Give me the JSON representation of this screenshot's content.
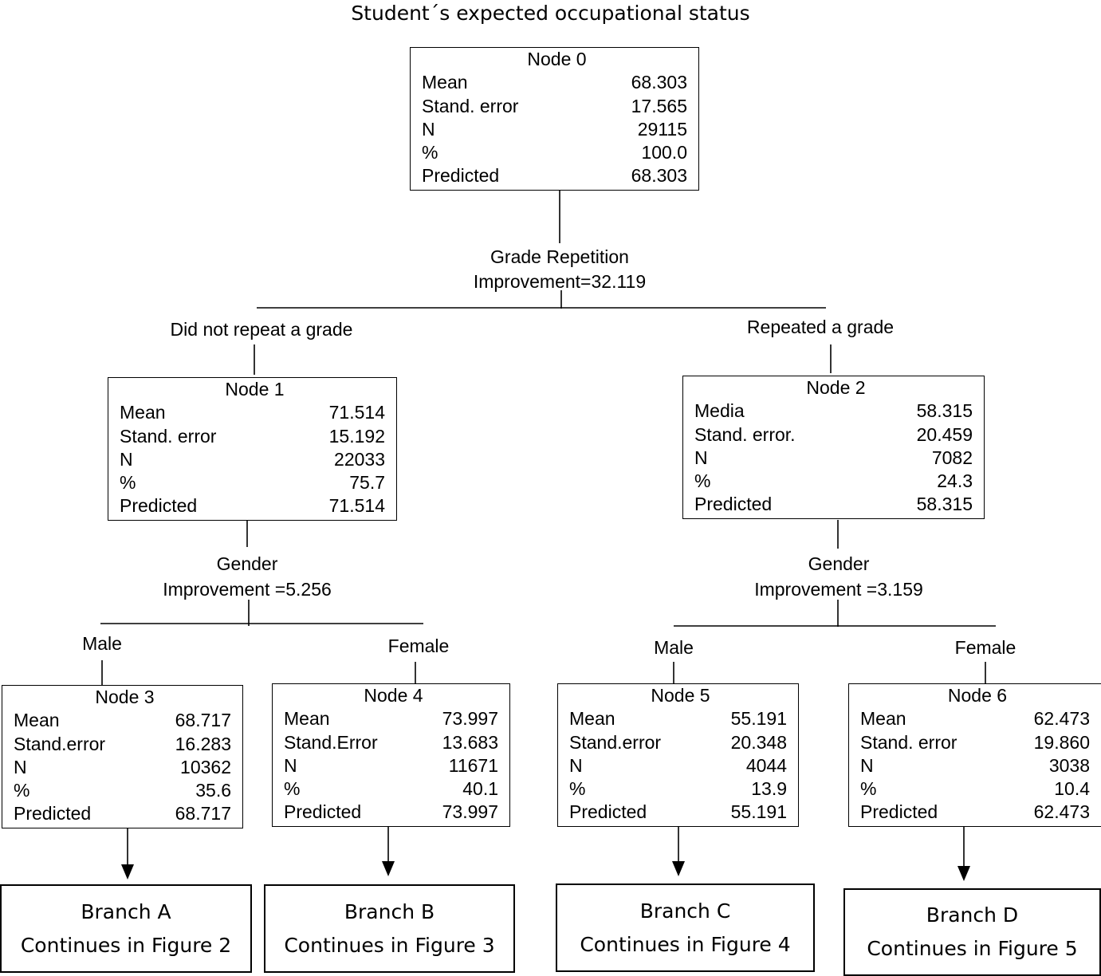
{
  "title": "Student´s expected occupational status",
  "root_split": {
    "variable": "Grade Repetition",
    "improvement": "Improvement=32.119"
  },
  "left_split_label": "Did not repeat a grade",
  "right_split_label": "Repeated a grade",
  "left_gender_split": {
    "variable": "Gender",
    "improvement": "Improvement =5.256"
  },
  "right_gender_split": {
    "variable": "Gender",
    "improvement": "Improvement =3.159"
  },
  "gender_labels": {
    "male_left": "Male",
    "female_left": "Female",
    "male_right": "Male",
    "female_right": "Female"
  },
  "nodes": [
    {
      "title": "Node 0",
      "rows": [
        [
          "Mean",
          "68.303"
        ],
        [
          "Stand. error",
          "17.565"
        ],
        [
          "N",
          "29115"
        ],
        [
          "%",
          "100.0"
        ],
        [
          "Predicted",
          "68.303"
        ]
      ]
    },
    {
      "title": "Node 1",
      "rows": [
        [
          "Mean",
          "71.514"
        ],
        [
          "Stand. error",
          "15.192"
        ],
        [
          "N",
          "22033"
        ],
        [
          "%",
          "75.7"
        ],
        [
          "Predicted",
          "71.514"
        ]
      ]
    },
    {
      "title": "Node 2",
      "rows": [
        [
          "Media",
          "58.315"
        ],
        [
          "Stand. error.",
          "20.459"
        ],
        [
          "N",
          "7082"
        ],
        [
          "%",
          "24.3"
        ],
        [
          "Predicted",
          "58.315"
        ]
      ]
    },
    {
      "title": "Node 3",
      "rows": [
        [
          "Mean",
          "68.717"
        ],
        [
          "Stand.error",
          "16.283"
        ],
        [
          "N",
          "10362"
        ],
        [
          "%",
          "35.6"
        ],
        [
          "Predicted",
          "68.717"
        ]
      ]
    },
    {
      "title": "Node 4",
      "rows": [
        [
          "Mean",
          "73.997"
        ],
        [
          "Stand.Error",
          "13.683"
        ],
        [
          "N",
          "11671"
        ],
        [
          "%",
          "40.1"
        ],
        [
          "Predicted",
          "73.997"
        ]
      ]
    },
    {
      "title": "Node 5",
      "rows": [
        [
          "Mean",
          "55.191"
        ],
        [
          "Stand.error",
          "20.348"
        ],
        [
          "N",
          "4044"
        ],
        [
          "%",
          "13.9"
        ],
        [
          "Predicted",
          "55.191"
        ]
      ]
    },
    {
      "title": "Node 6",
      "rows": [
        [
          "Mean",
          "62.473"
        ],
        [
          "Stand. error",
          "19.860"
        ],
        [
          "N",
          "3038"
        ],
        [
          "%",
          "10.4"
        ],
        [
          "Predicted",
          "62.473"
        ]
      ]
    }
  ],
  "branches": [
    {
      "name": "Branch A",
      "note": "Continues in Figure 2"
    },
    {
      "name": "Branch B",
      "note": "Continues in Figure 3"
    },
    {
      "name": "Branch C",
      "note": "Continues in Figure 4"
    },
    {
      "name": "Branch D",
      "note": "Continues in Figure 5"
    }
  ]
}
